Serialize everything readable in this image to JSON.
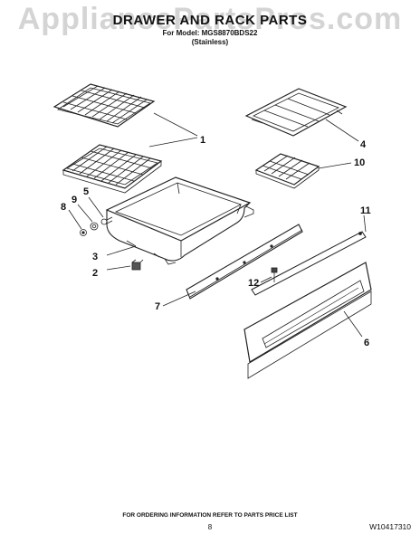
{
  "watermark": "AppliancePartsPros.com",
  "title": "DRAWER AND RACK PARTS",
  "subtitle": "For Model: MGS8870BDS22",
  "subtitle2": "(Stainless)",
  "callouts": {
    "c1": "1",
    "c2": "2",
    "c3": "3",
    "c4": "4",
    "c5": "5",
    "c6": "6",
    "c7": "7",
    "c8": "8",
    "c9": "9",
    "c10": "10",
    "c11": "11",
    "c12": "12"
  },
  "footer": "FOR ORDERING INFORMATION REFER TO PARTS PRICE LIST",
  "page_number": "8",
  "doc_code": "W10417310",
  "colors": {
    "line": "#222222",
    "watermark": "#a0a0a0"
  }
}
